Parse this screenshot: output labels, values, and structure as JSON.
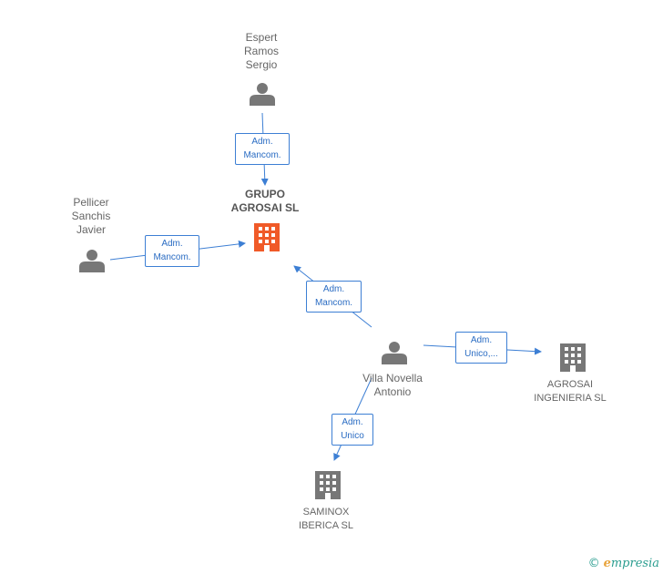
{
  "nodes": {
    "espert": {
      "lines": [
        "Espert",
        "Ramos",
        "Sergio"
      ]
    },
    "pellicer": {
      "lines": [
        "Pellicer",
        "Sanchis",
        "Javier"
      ]
    },
    "grupo": {
      "lines": [
        "GRUPO",
        "AGROSAI SL"
      ]
    },
    "villa": {
      "lines": [
        "Villa Novella",
        "Antonio"
      ]
    },
    "agrosai_ing": {
      "lines": [
        "AGROSAI",
        "INGENIERIA SL"
      ]
    },
    "saminox": {
      "lines": [
        "SAMINOX",
        "IBERICA SL"
      ]
    }
  },
  "edges": {
    "espert_grupo": {
      "lines": [
        "Adm.",
        "Mancom."
      ]
    },
    "pellicer_grupo": {
      "lines": [
        "Adm.",
        "Mancom."
      ]
    },
    "villa_grupo": {
      "lines": [
        "Adm.",
        "Mancom."
      ]
    },
    "villa_agrosai": {
      "lines": [
        "Adm.",
        "Unico,..."
      ]
    },
    "villa_saminox": {
      "lines": [
        "Adm.",
        "Unico"
      ]
    }
  },
  "colors": {
    "edge": "#3d7fd4",
    "person": "#777777",
    "company": "#777777",
    "main_company": "#f05a28"
  },
  "brand": {
    "copyright": "©",
    "name_initial": "e",
    "name_rest": "mpresia"
  }
}
